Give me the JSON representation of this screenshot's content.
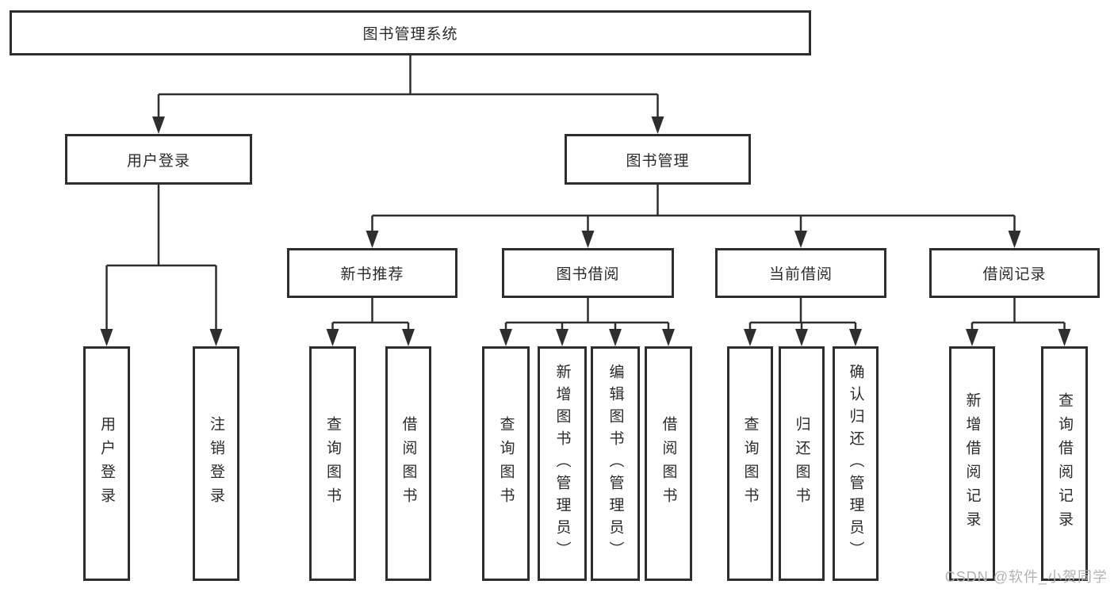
{
  "diagram_title": "图书管理系统",
  "colors": {
    "line": "#2e2e2e",
    "text": "#2b2b2b",
    "box_background": "#ffffff",
    "page_background": "#ffffff",
    "watermark": "#b3b3b3"
  },
  "nodes": {
    "root": "图书管理系统",
    "user_login": "用户登录",
    "book_mgmt": "图书管理",
    "new_book_rec": "新书推荐",
    "book_borrow": "图书借阅",
    "current_borrow": "当前借阅",
    "borrow_records": "借阅记录",
    "ul_user_login": "用户登录",
    "ul_logout": "注销登录",
    "nb_search": "查询图书",
    "nb_borrow": "借阅图书",
    "bb_search": "查询图书",
    "bb_add": "新增图书（管理员）",
    "bb_edit": "编辑图书（管理员）",
    "bb_borrow": "借阅图书",
    "cb_search": "查询图书",
    "cb_return": "归还图书",
    "cb_confirm": "确认归还（管理员）",
    "br_add": "新增借阅记录",
    "br_search": "查询借阅记录"
  },
  "watermark": "CSDN @软件_小贺同学"
}
